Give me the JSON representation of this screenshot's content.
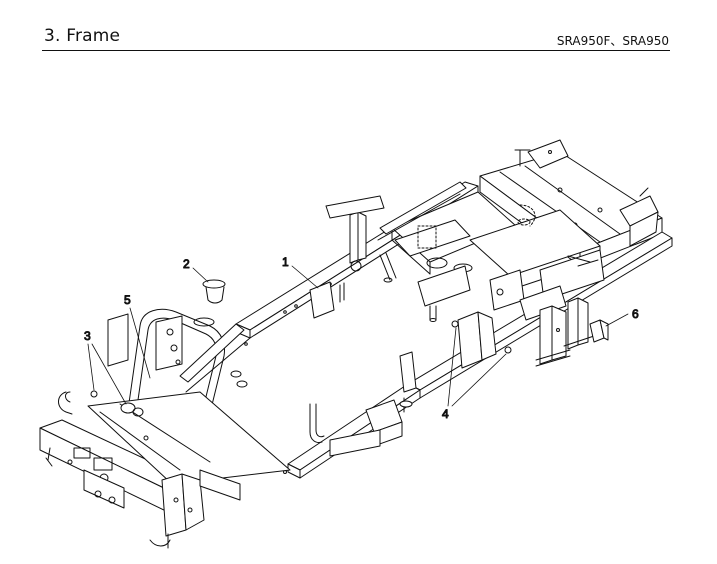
{
  "header": {
    "title": "3. Frame",
    "models": "SRA950F、SRA950"
  },
  "callouts": [
    {
      "id": "c1",
      "label": "1"
    },
    {
      "id": "c2",
      "label": "2"
    },
    {
      "id": "c3",
      "label": "3"
    },
    {
      "id": "c4",
      "label": "4"
    },
    {
      "id": "c5",
      "label": "5"
    },
    {
      "id": "c6",
      "label": "6"
    }
  ]
}
